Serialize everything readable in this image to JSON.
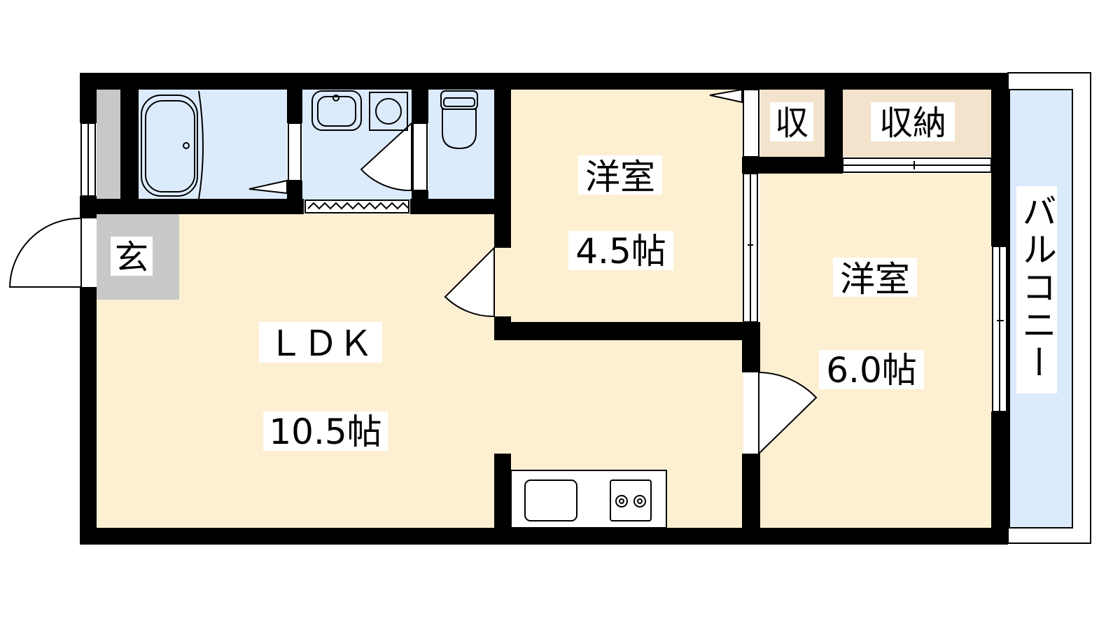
{
  "rooms": {
    "ldk": {
      "name": "ＬＤＫ",
      "size": "10.5帖"
    },
    "western_a": {
      "name": "洋室",
      "size": "4.5帖"
    },
    "western_b": {
      "name": "洋室",
      "size": "6.0帖"
    },
    "small_storage": {
      "name": "収"
    },
    "storage": {
      "name": "収納"
    },
    "entrance": {
      "name": "玄"
    },
    "balcony": {
      "name": "バルコニー"
    }
  },
  "colors": {
    "wall": "#000000",
    "room_floor": "#fdf0d2",
    "wet_area": "#dcebfc",
    "storage_floor": "#f3e3cc",
    "entrance_floor": "#c8c8c8",
    "balcony_floor": "#dcebfc"
  }
}
